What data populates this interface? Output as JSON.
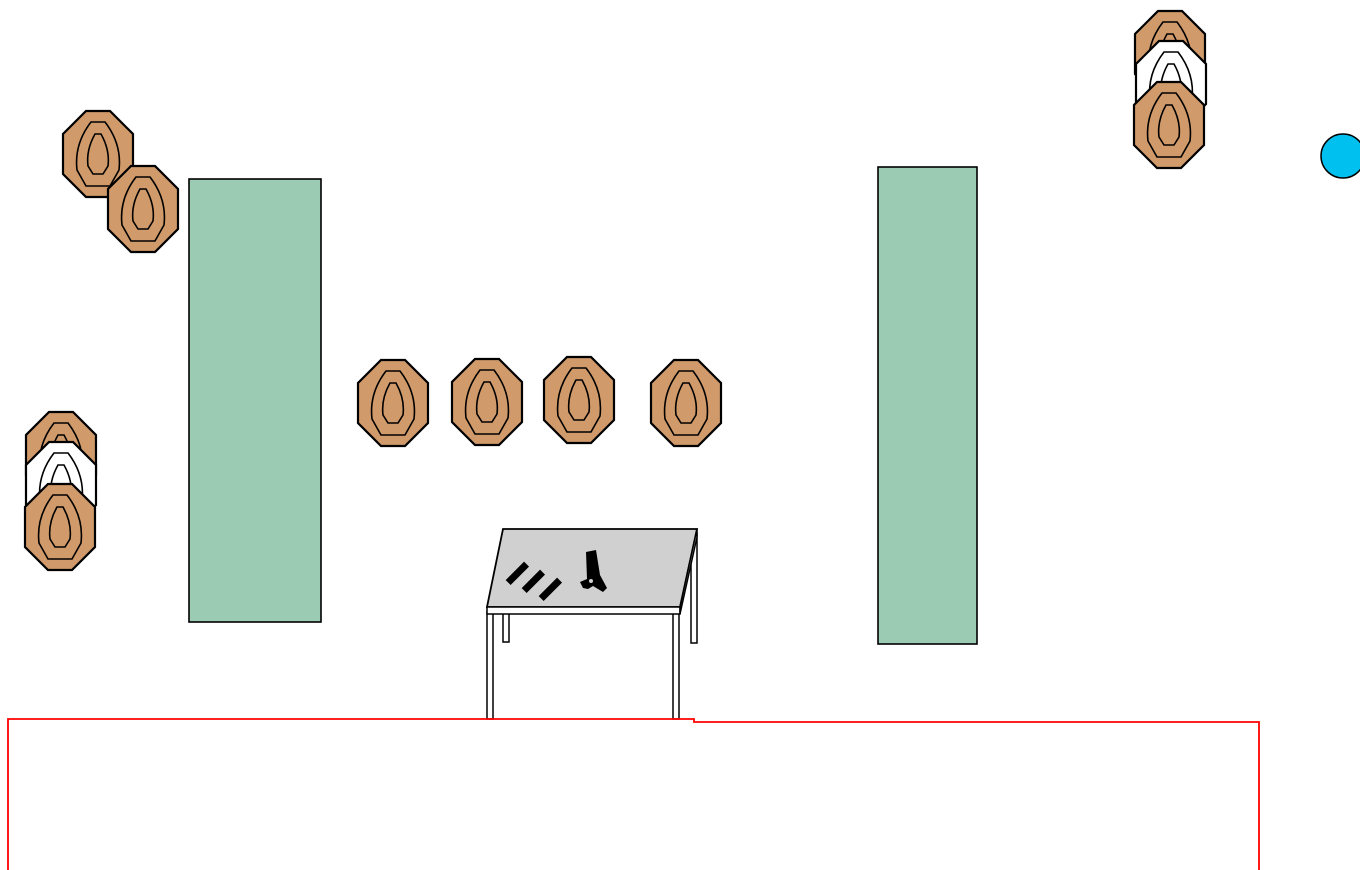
{
  "colors": {
    "background": "#ffffff",
    "target_fill": "#d09a6a",
    "no_shoot_fill": "#ffffff",
    "outline": "#000000",
    "wall_fill": "#9ccbb3",
    "table_top": "#d0d0d0",
    "fault_line": "#ff0000",
    "marker": "#00c0f0"
  },
  "targets": [
    {
      "id": "target-top-left-1",
      "kind": "shoot"
    },
    {
      "id": "target-top-left-2",
      "kind": "shoot"
    },
    {
      "id": "target-center-1",
      "kind": "shoot"
    },
    {
      "id": "target-center-2",
      "kind": "shoot"
    },
    {
      "id": "target-center-3",
      "kind": "shoot"
    },
    {
      "id": "target-center-4",
      "kind": "shoot"
    }
  ],
  "target_stacks": [
    {
      "id": "stack-left",
      "layers": [
        "shoot",
        "no-shoot",
        "shoot"
      ]
    },
    {
      "id": "stack-top-right",
      "layers": [
        "shoot",
        "no-shoot",
        "shoot"
      ]
    }
  ],
  "walls": [
    {
      "id": "wall-left"
    },
    {
      "id": "wall-right"
    }
  ],
  "table": {
    "props": [
      "magazine",
      "magazine",
      "magazine",
      "pistol"
    ]
  },
  "icons": {
    "table": "table-icon",
    "pistol": "pistol-icon",
    "magazine": "magazine-icon",
    "marker": "position-marker-icon"
  }
}
